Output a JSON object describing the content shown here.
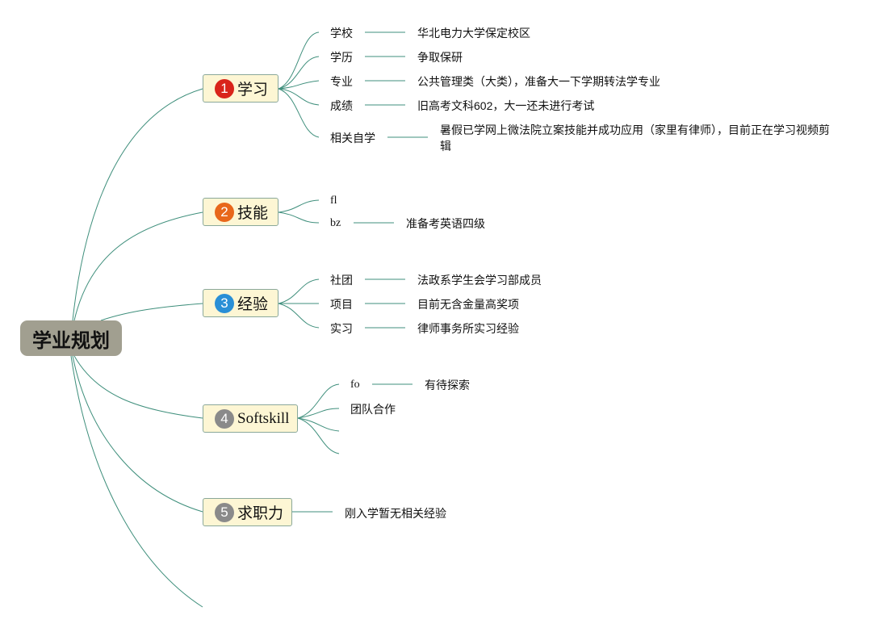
{
  "root": {
    "label": "学业规划"
  },
  "colors": {
    "connector": "#3f8f7c",
    "root_bg": "#a19f90",
    "topic_bg": "#fdf6d4",
    "badge_red": "#d9241b",
    "badge_orange": "#e8671b",
    "badge_blue": "#2a8fd6",
    "badge_gray": "#8a8a8a"
  },
  "topics": [
    {
      "badge": "1",
      "label": "学习",
      "children": [
        {
          "label": "学校",
          "value": "华北电力大学保定校区"
        },
        {
          "label": "学历",
          "value": "争取保研"
        },
        {
          "label": "专业",
          "value": "公共管理类（大类），准备大一下学期转法学专业"
        },
        {
          "label": "成绩",
          "value": "旧高考文科602，大一还未进行考试"
        },
        {
          "label": "相关自学",
          "value": "暑假已学网上微法院立案技能并成功应用（家里有律师），目前正在学习视频剪辑"
        }
      ]
    },
    {
      "badge": "2",
      "label": "技能",
      "children": [
        {
          "label": "fl"
        },
        {
          "label": "bz",
          "value": "准备考英语四级"
        }
      ]
    },
    {
      "badge": "3",
      "label": "经验",
      "children": [
        {
          "label": "社团",
          "value": "法政系学生会学习部成员"
        },
        {
          "label": "项目",
          "value": "目前无含金量高奖项"
        },
        {
          "label": "实习",
          "value": "律师事务所实习经验"
        }
      ]
    },
    {
      "badge": "4",
      "label": "Softskill",
      "children": [
        {
          "label": "fo",
          "value": "有待探索"
        },
        {
          "label": "团队合作"
        },
        {
          "label": ""
        },
        {
          "label": ""
        }
      ]
    },
    {
      "badge": "5",
      "label": "求职力",
      "children": [
        {
          "value": "刚入学暂无相关经验"
        }
      ]
    }
  ]
}
